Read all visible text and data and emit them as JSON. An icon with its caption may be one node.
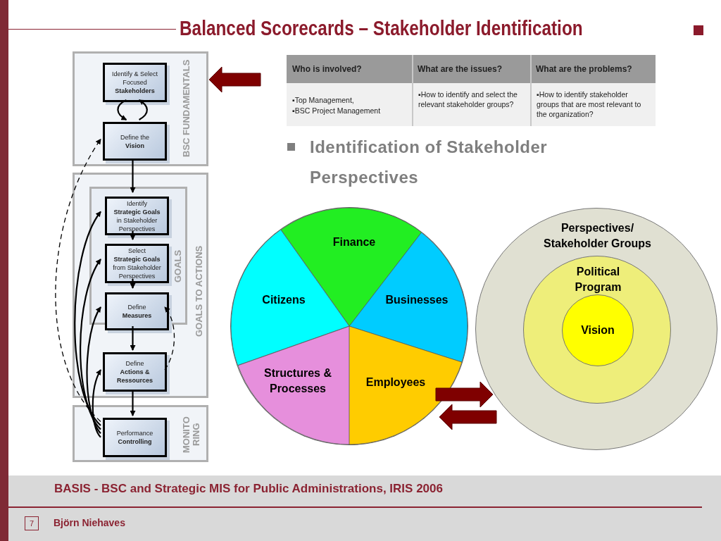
{
  "diagram": {
    "title": "Balanced Scorecards – Stakeholder Identification",
    "nodes": [
      {
        "text": [
          "BSC FUNDAMENTALS"
        ]
      },
      {
        "text": [
          "Identify & Select Focused **Stakeholders**"
        ],
        "in": 0
      },
      {
        "text": [
          "Define the **Vision**"
        ],
        "in": 0
      },
      {
        "text": [
          "GOALS TO ACTIONS"
        ]
      },
      {
        "text": [
          "GOALS"
        ],
        "in": 3
      },
      {
        "text": [
          "Identify **Strategic Goals** in Stakeholder Perspectives"
        ],
        "in": 4
      },
      {
        "text": [
          "Select **Strategic Goals** from Stakeholder Perspectives"
        ],
        "in": 4
      },
      {
        "text": [
          "Define **Measures**"
        ],
        "in": 4
      },
      {
        "text": [
          "Define **Actions & Ressources**"
        ],
        "in": 3
      },
      {
        "text": [
          "MONITO RING"
        ]
      },
      {
        "text": [
          "Performance **Controlling**"
        ],
        "in": 9
      },
      {
        "text": [],
        "shape": "circle"
      },
      {
        "text": [
          "Finance"
        ],
        "in": 11
      },
      {
        "text": [
          "Citizens"
        ],
        "in": 11
      },
      {
        "text": [
          "Businesses"
        ],
        "in": 11
      },
      {
        "text": [
          "Structures & Processes"
        ],
        "in": 11
      },
      {
        "text": [
          "Employees"
        ],
        "in": 11
      },
      {
        "text": [
          "Perspectives/ Stakeholder Groups"
        ]
      },
      {
        "text": [
          "Political Program"
        ],
        "in": 17
      },
      {
        "text": [
          "Vision"
        ],
        "in": 18
      }
    ],
    "edges": [
      {
        "from": 1,
        "to": 2,
        "arrow": "to"
      },
      {
        "from": 2,
        "to": 1,
        "arrow": "to"
      },
      {
        "from": 2,
        "to": 5,
        "arrow": "to"
      },
      {
        "from": 5,
        "to": 6,
        "arrow": "to"
      },
      {
        "from": 6,
        "to": 7,
        "arrow": "to"
      },
      {
        "from": 7,
        "to": 8,
        "arrow": "to"
      },
      {
        "from": 8,
        "to": 10,
        "arrow": "to"
      },
      {
        "from": 10,
        "to": 5,
        "arrow": "to"
      },
      {
        "from": 10,
        "to": 6,
        "arrow": "to"
      },
      {
        "from": 10,
        "to": 7,
        "arrow": "to"
      },
      {
        "from": 10,
        "to": 8,
        "arrow": "to"
      },
      {
        "from": 10,
        "to": 2,
        "arrow": "to",
        "style": "dashed"
      },
      {
        "from": 8,
        "to": 7,
        "arrow": "to",
        "style": "dashed"
      },
      {
        "from": null,
        "to": 0,
        "arrow": "to",
        "style": "thick",
        "color": "#7f0000"
      },
      {
        "from": 11,
        "to": 17,
        "arrow": "to",
        "style": "thick",
        "color": "#7f0000"
      },
      {
        "from": 17,
        "to": 11,
        "arrow": "to",
        "style": "thick",
        "color": "#7f0000"
      }
    ],
    "labels": [
      "Who is involved?",
      "What are the issues?",
      "What are the problems?",
      "▪Top Management,",
      "▪BSC Project Management",
      "▪How to identify and select the relevant stakeholder groups?",
      "▪How to identify stakeholder groups that are most relevant to the organization?",
      "Identification of Stakeholder Perspectives",
      "BASIS - BSC and Strategic MIS for Public Administrations, IRIS 2006",
      "7",
      "Björn Niehaves"
    ]
  }
}
